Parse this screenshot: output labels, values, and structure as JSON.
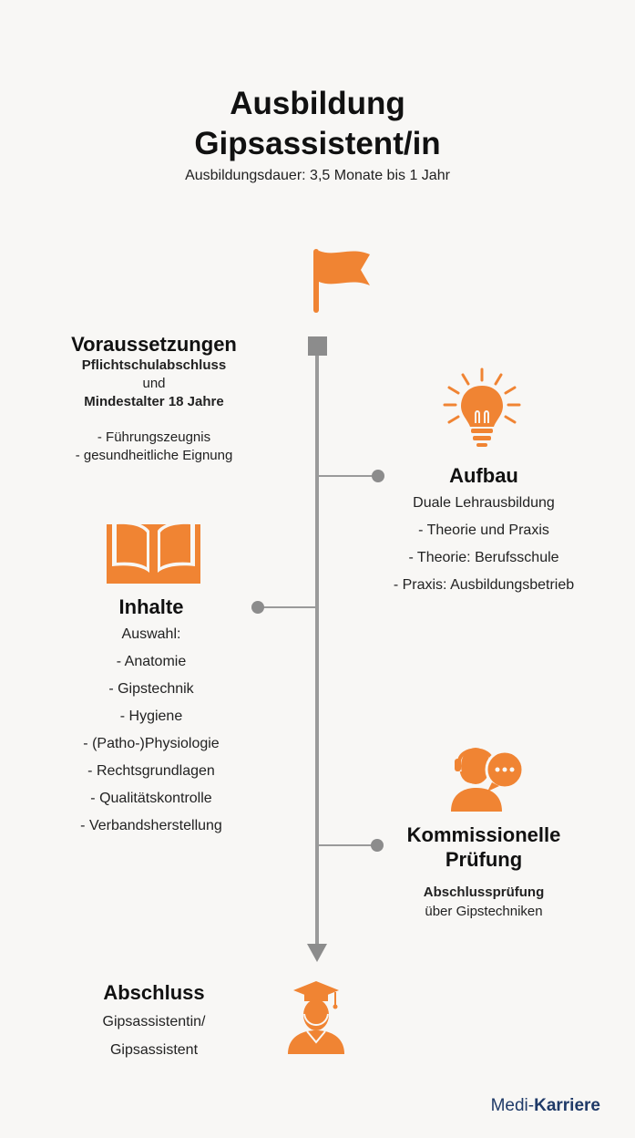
{
  "header": {
    "title_line1": "Ausbildung",
    "title_line2": "Gipsassistent/in",
    "subtitle": "Ausbildungsdauer: 3,5 Monate bis 1 Jahr"
  },
  "voraussetzungen": {
    "heading": "Voraussetzungen",
    "line1": "Pflichtschulabschluss",
    "line2": "und",
    "line3": "Mindestalter 18 Jahre",
    "item1": "- Führungszeugnis",
    "item2": "- gesundheitliche Eignung"
  },
  "aufbau": {
    "heading": "Aufbau",
    "items": [
      "Duale Lehrausbildung",
      "- Theorie und Praxis",
      "- Theorie: Berufsschule",
      "- Praxis: Ausbildungsbetrieb"
    ]
  },
  "inhalte": {
    "heading": "Inhalte",
    "items": [
      "Auswahl:",
      "- Anatomie",
      "- Gipstechnik",
      "- Hygiene",
      "- (Patho-)Physiologie",
      "- Rechtsgrundlagen",
      "- Qualitätskontrolle",
      "- Verbandsherstellung"
    ]
  },
  "pruefung": {
    "heading_line1": "Kommissionelle",
    "heading_line2": "Prüfung",
    "line1": "Abschlussprüfung",
    "line2": "über Gipstechniken"
  },
  "abschluss": {
    "heading": "Abschluss",
    "line1": "Gipsassistentin/",
    "line2": "Gipsassistent"
  },
  "brand": {
    "part1": "Medi-",
    "part2": "Karriere"
  },
  "colors": {
    "accent": "#f08433",
    "line": "#9a9a9a",
    "brand": "#1f3a68"
  },
  "icons": [
    "flag-icon",
    "lightbulb-icon",
    "book-icon",
    "support-agent-icon",
    "graduate-icon"
  ]
}
